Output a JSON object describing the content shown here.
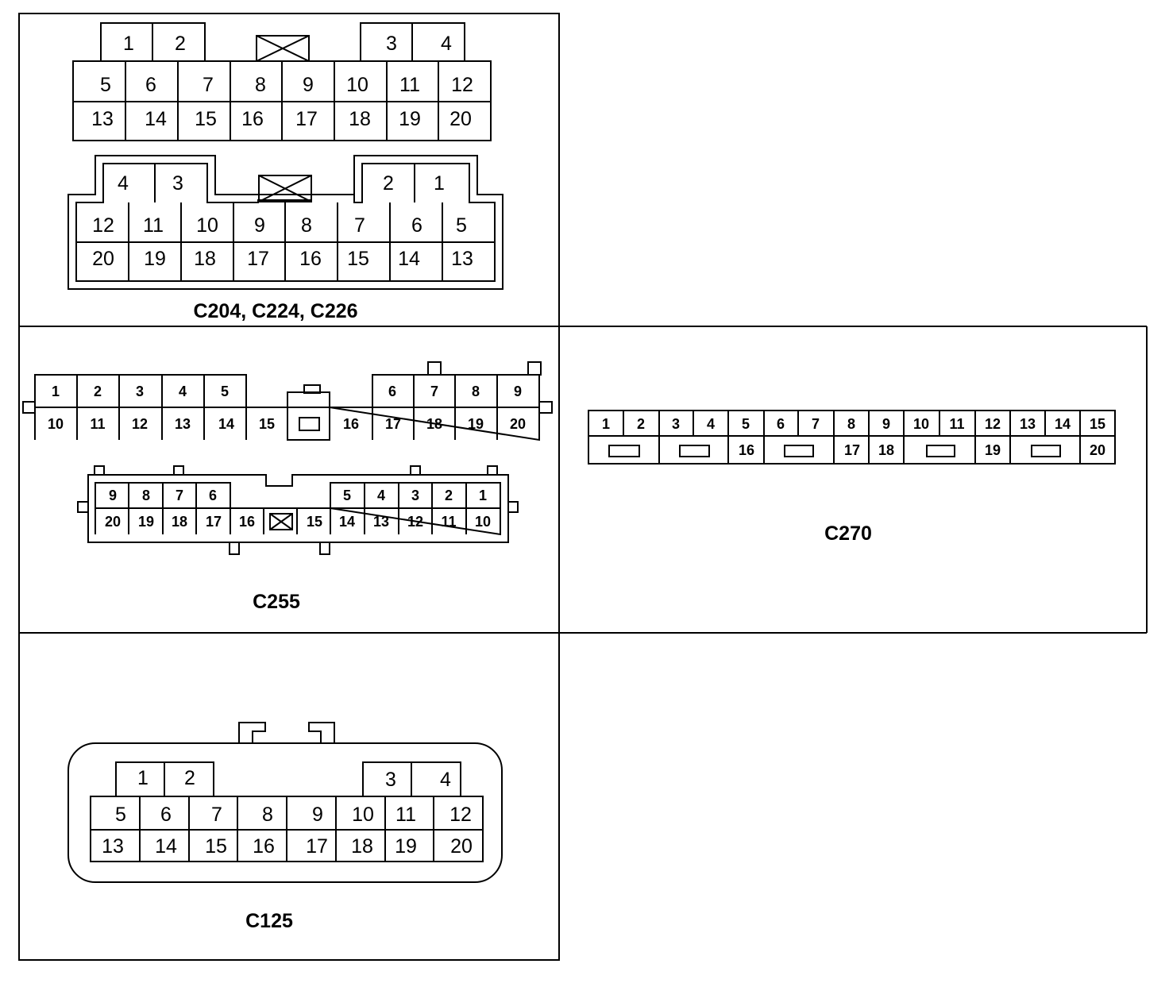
{
  "panels": {
    "c204": {
      "caption": "C204, C224, C226",
      "top": {
        "upper": [
          "1",
          "2",
          "3",
          "4"
        ],
        "row1": [
          "5",
          "6",
          "7",
          "8",
          "9",
          "10",
          "11",
          "12"
        ],
        "row2": [
          "13",
          "14",
          "15",
          "16",
          "17",
          "18",
          "19",
          "20"
        ]
      },
      "bottom": {
        "upper": [
          "4",
          "3",
          "2",
          "1"
        ],
        "row1": [
          "12",
          "11",
          "10",
          "9",
          "8",
          "7",
          "6",
          "5"
        ],
        "row2": [
          "20",
          "19",
          "18",
          "17",
          "16",
          "15",
          "14",
          "13"
        ]
      }
    },
    "c255": {
      "caption": "C255",
      "top": {
        "row1_left": [
          "1",
          "2",
          "3",
          "4",
          "5"
        ],
        "row1_right": [
          "6",
          "7",
          "8",
          "9"
        ],
        "row2": [
          "10",
          "11",
          "12",
          "13",
          "14",
          "15",
          "",
          "16",
          "17",
          "18",
          "19",
          "20"
        ]
      },
      "bottom": {
        "row1_left": [
          "9",
          "8",
          "7",
          "6"
        ],
        "row1_right": [
          "5",
          "4",
          "3",
          "2",
          "1"
        ],
        "row2": [
          "20",
          "19",
          "18",
          "17",
          "16",
          "",
          "15",
          "14",
          "13",
          "12",
          "11",
          "10"
        ]
      }
    },
    "c270": {
      "caption": "C270",
      "row1": [
        "1",
        "2",
        "3",
        "4",
        "5",
        "6",
        "7",
        "8",
        "9",
        "10",
        "11",
        "12",
        "13",
        "14",
        "15"
      ],
      "row2": [
        "16",
        "17",
        "18",
        "19",
        "20"
      ]
    },
    "c125": {
      "caption": "C125",
      "upper": [
        "1",
        "2",
        "3",
        "4"
      ],
      "row1": [
        "5",
        "6",
        "7",
        "8",
        "9",
        "10",
        "11",
        "12"
      ],
      "row2": [
        "13",
        "14",
        "15",
        "16",
        "17",
        "18",
        "19",
        "20"
      ]
    }
  }
}
